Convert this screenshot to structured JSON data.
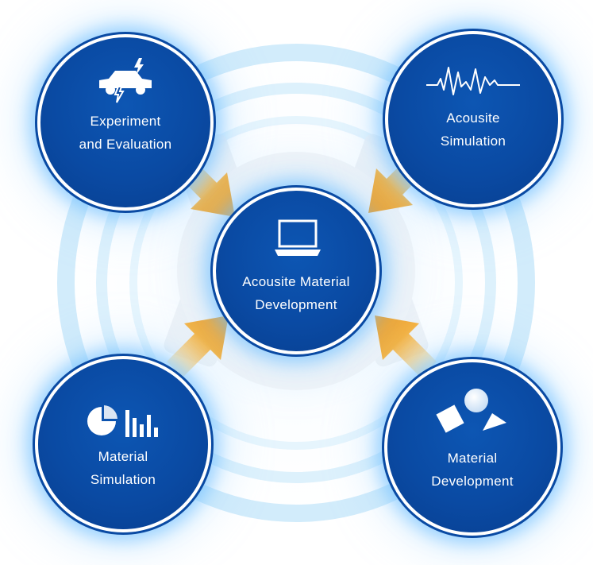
{
  "colors": {
    "node_blue": "#0a4aa3",
    "node_border": "#ffffff",
    "glow": "#6ebeff",
    "ring": "#d2ecfb",
    "arrow_light": "#ffd27a",
    "arrow_dark": "#f29a1a"
  },
  "center": {
    "icon": "laptop-icon",
    "line1": "Acousite Material",
    "line2": "Development"
  },
  "nodes": {
    "experiment": {
      "icon": "car-lightning-icon",
      "line1": "Experiment",
      "line2": "and Evaluation"
    },
    "acoustic_sim": {
      "icon": "waveform-icon",
      "line1": "Acousite",
      "line2": "Simulation"
    },
    "material_sim": {
      "icon": "pie-bar-chart-icon",
      "line1": "Material",
      "line2": "Simulation"
    },
    "material_dev": {
      "icon": "shapes-icon",
      "line1": "Material",
      "line2": "Development"
    }
  }
}
